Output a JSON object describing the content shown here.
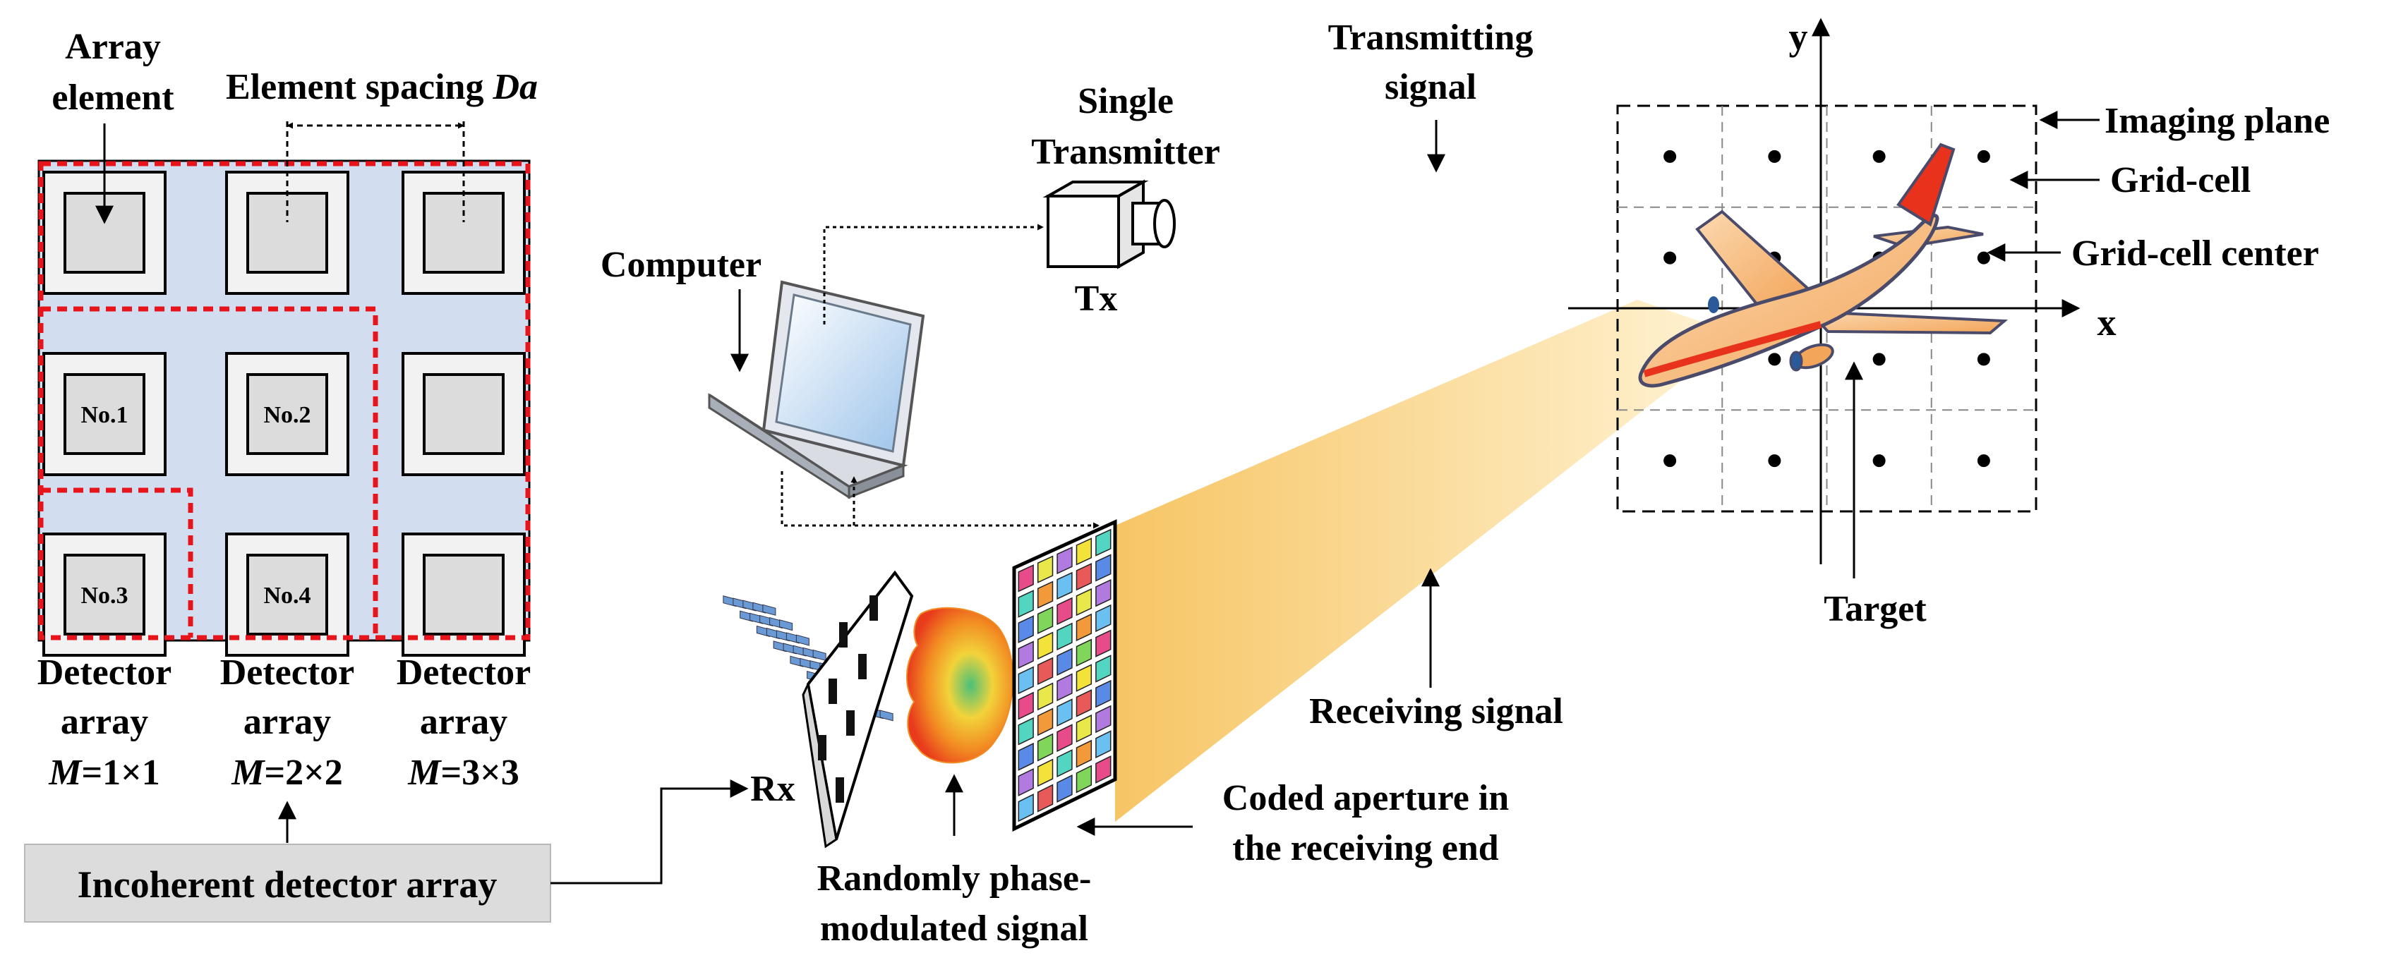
{
  "array_panel": {
    "array_element_label": [
      "Array",
      "element"
    ],
    "spacing_label": "Element spacing ",
    "spacing_symbol": "Da",
    "elements": [
      [
        "",
        "",
        ""
      ],
      [
        "No.1",
        "No.2",
        ""
      ],
      [
        "No.3",
        "No.4",
        ""
      ]
    ],
    "columns": [
      {
        "line1": "Detector",
        "line2": "array",
        "m_symbol": "M",
        "m_value": "=1×1"
      },
      {
        "line1": "Detector",
        "line2": "array",
        "m_symbol": "M",
        "m_value": "=2×2"
      },
      {
        "line1": "Detector",
        "line2": "array",
        "m_symbol": "M",
        "m_value": "=3×3"
      }
    ],
    "incoherent_label": "Incoherent detector array"
  },
  "system": {
    "computer_label": "Computer",
    "transmitter_label": [
      "Single",
      "Transmitter"
    ],
    "tx_label": "Tx",
    "rx_label": "Rx",
    "transmitting_label": [
      "Transmitting",
      "signal"
    ],
    "receiving_label": "Receiving signal",
    "phase_label": [
      "Randomly phase-",
      "modulated signal"
    ],
    "aperture_label": [
      "Coded aperture in",
      "the receiving end"
    ]
  },
  "imaging": {
    "y_label": "y",
    "x_label": "x",
    "imaging_plane_label": "Imaging plane",
    "grid_cell_label": "Grid-cell",
    "grid_cell_center_label": "Grid-cell center",
    "target_label": "Target",
    "grid_rows": 4,
    "grid_cols": 4
  },
  "colors": {
    "panel_fill": "#d3ddf0",
    "highlight_dash": "#e8141b",
    "element_fill": "#dcdcdc",
    "label_box_fill": "#dcdcdc",
    "beam": "#f7cf7a"
  }
}
